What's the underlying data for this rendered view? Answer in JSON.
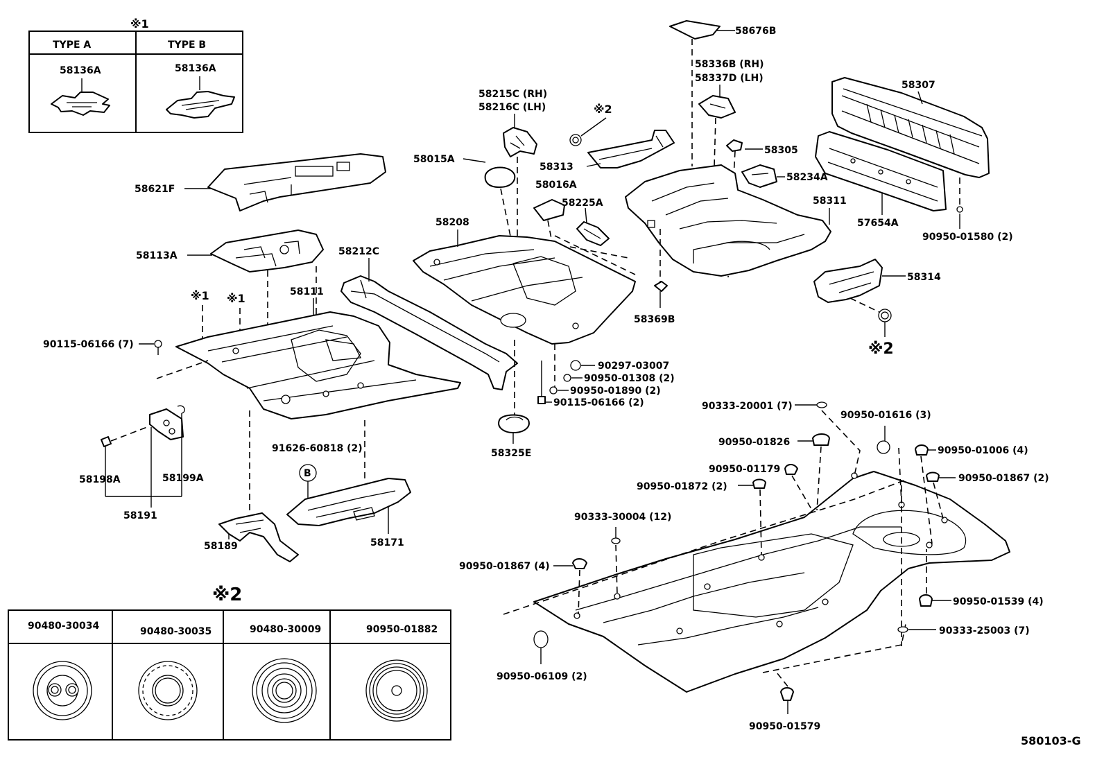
{
  "diagram_code": "580103-G",
  "note1": {
    "mark": "※1",
    "type_a": {
      "heading": "TYPE  A",
      "part": "58136A"
    },
    "type_b": {
      "heading": "TYPE  B",
      "part": "58136A"
    }
  },
  "note2": {
    "mark": "※2",
    "parts": [
      "90480-30034",
      "90480-30035",
      "90480-30009",
      "90950-01882"
    ]
  },
  "callout_b": "B",
  "marks": {
    "ref1a": "※1",
    "ref1b": "※1",
    "ref2a": "※2",
    "ref2b": "※2"
  },
  "labels": {
    "p58676B": "58676B",
    "p58336B": "58336B (RH)",
    "p58337D": "58337D (LH)",
    "p58307": "58307",
    "p58215C": "58215C (RH)",
    "p58216C": "58216C (LH)",
    "p58313": "58313",
    "p58305": "58305",
    "p58234A": "58234A",
    "p58015A": "58015A",
    "p58016A": "58016A",
    "p58225A": "58225A",
    "p58621F": "58621F",
    "p58208": "58208",
    "p58311": "58311",
    "p57654A": "57654A",
    "p90950_01580": "90950-01580 (2)",
    "p58113A": "58113A",
    "p58212C": "58212C",
    "p58314": "58314",
    "p58111": "58111",
    "p58369B": "58369B",
    "p90115_06166_7": "90115-06166 (7)",
    "p90297_03007": "90297-03007",
    "p90950_01308": "90950-01308 (2)",
    "p90950_01890": "90950-01890 (2)",
    "p90115_06166_2": "90115-06166 (2)",
    "p90333_20001": "90333-20001 (7)",
    "p90950_01616": "90950-01616 (3)",
    "p91626_60818": "91626-60818 (2)",
    "p58325E": "58325E",
    "p90950_01826": "90950-01826",
    "p90950_01006": "90950-01006 (4)",
    "p58198A": "58198A",
    "p58199A": "58199A",
    "p90950_01179": "90950-01179",
    "p90950_01867_2": "90950-01867 (2)",
    "p90950_01872": "90950-01872 (2)",
    "p58191": "58191",
    "p90333_30004": "90333-30004 (12)",
    "p58171": "58171",
    "p58189": "58189",
    "p90950_01867_4": "90950-01867 (4)",
    "p90950_01539": "90950-01539 (4)",
    "p90333_25003": "90333-25003 (7)",
    "p90950_06109": "90950-06109 (2)",
    "p90950_01579": "90950-01579"
  }
}
